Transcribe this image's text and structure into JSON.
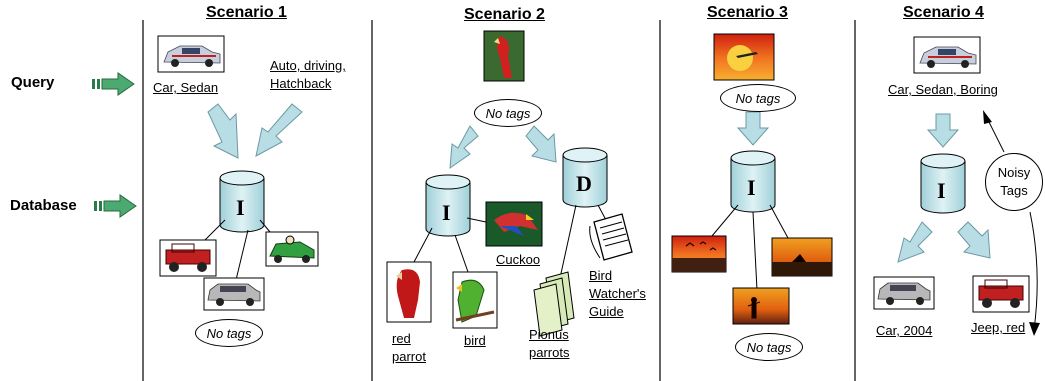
{
  "headers": {
    "s1": "Scenario 1",
    "s2": "Scenario 2",
    "s3": "Scenario 3",
    "s4": "Scenario 4"
  },
  "side_labels": {
    "query": "Query",
    "database": "Database"
  },
  "db_letters": {
    "index": "I",
    "d": "D"
  },
  "s1": {
    "car_tags": "Car, Sedan",
    "tags_line1": "Auto, driving,",
    "tags_line2": "Hatchback",
    "no_tags": "No tags"
  },
  "s2": {
    "no_tags": "No tags",
    "cuckoo": "Cuckoo",
    "red_parrot_1": "red",
    "red_parrot_2": "parrot",
    "bird": "bird",
    "pionus_1": "Pionus",
    "pionus_2": "parrots",
    "guide_1": "Bird",
    "guide_2": "Watcher's",
    "guide_3": "Guide"
  },
  "s3": {
    "no_tags_top": "No tags",
    "no_tags_bottom": "No tags"
  },
  "s4": {
    "car_tags": "Car, Sedan, Boring",
    "noisy_1": "Noisy",
    "noisy_2": "Tags",
    "car2004": "Car, 2004",
    "jeep": "Jeep, red"
  }
}
